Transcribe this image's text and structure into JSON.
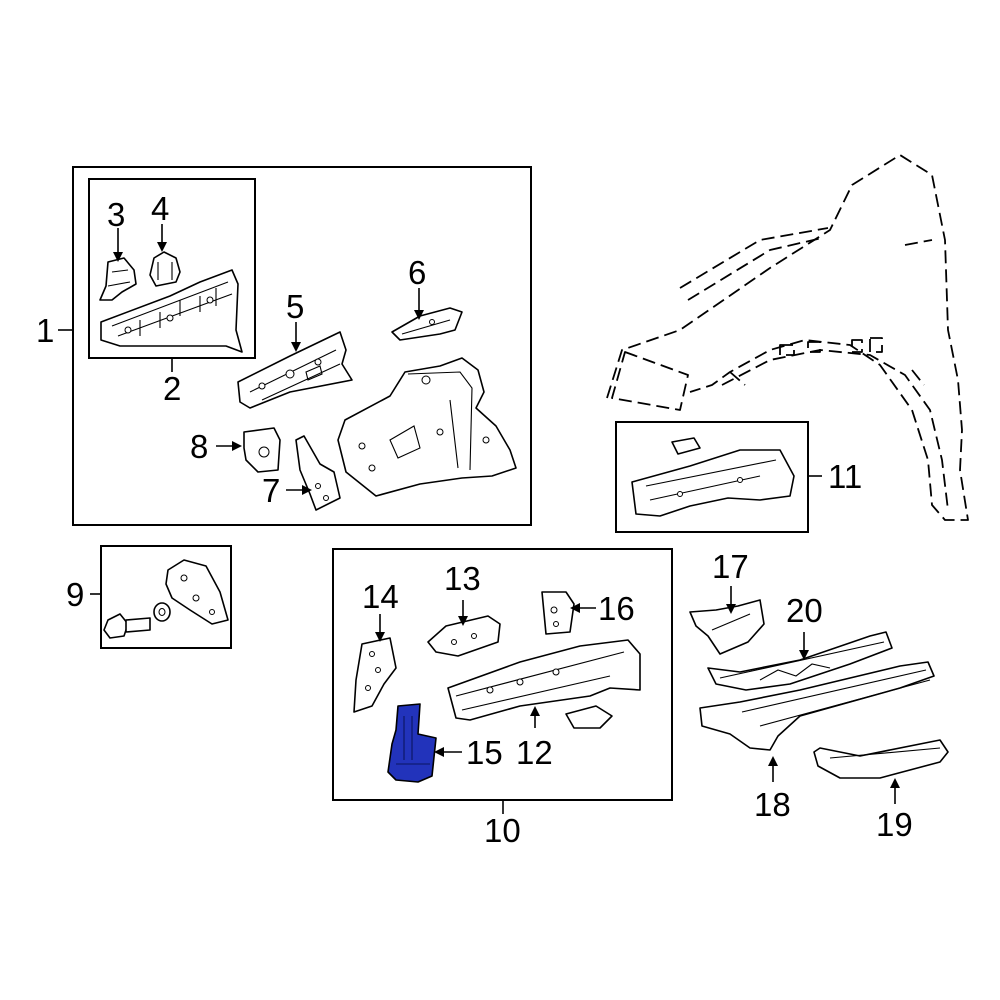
{
  "diagram": {
    "callouts": [
      {
        "id": "1",
        "text": "1"
      },
      {
        "id": "2",
        "text": "2"
      },
      {
        "id": "3",
        "text": "3"
      },
      {
        "id": "4",
        "text": "4"
      },
      {
        "id": "5",
        "text": "5"
      },
      {
        "id": "6",
        "text": "6"
      },
      {
        "id": "7",
        "text": "7"
      },
      {
        "id": "8",
        "text": "8"
      },
      {
        "id": "9",
        "text": "9"
      },
      {
        "id": "10",
        "text": "10"
      },
      {
        "id": "11",
        "text": "11"
      },
      {
        "id": "12",
        "text": "12"
      },
      {
        "id": "13",
        "text": "13"
      },
      {
        "id": "14",
        "text": "14"
      },
      {
        "id": "15",
        "text": "15"
      },
      {
        "id": "16",
        "text": "16"
      },
      {
        "id": "17",
        "text": "17"
      },
      {
        "id": "18",
        "text": "18"
      },
      {
        "id": "19",
        "text": "19"
      },
      {
        "id": "20",
        "text": "20"
      }
    ],
    "highlighted_part": "15",
    "colors": {
      "highlight": "#2233bb",
      "line": "#000000",
      "background": "#ffffff"
    }
  }
}
